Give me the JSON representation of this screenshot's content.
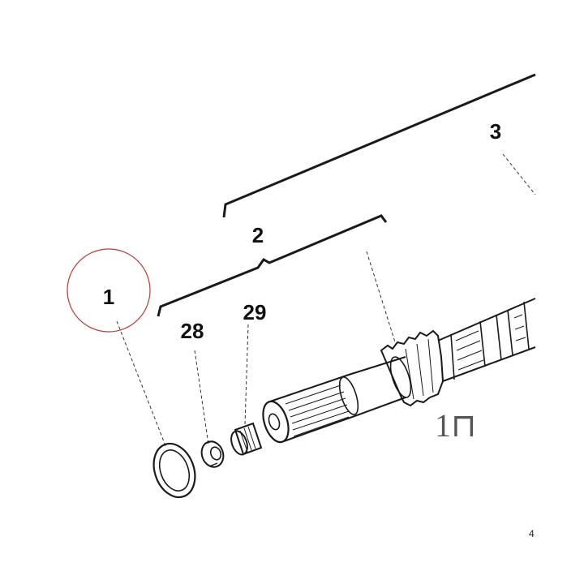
{
  "diagram": {
    "callouts": {
      "part_1": "1",
      "part_2": "2",
      "part_3": "3",
      "part_28": "28",
      "part_29": "29"
    },
    "sheet_code": "1⊓",
    "corner_mark": "4",
    "highlight_color": "#c0393b",
    "line_color": "#1a1a1a"
  }
}
